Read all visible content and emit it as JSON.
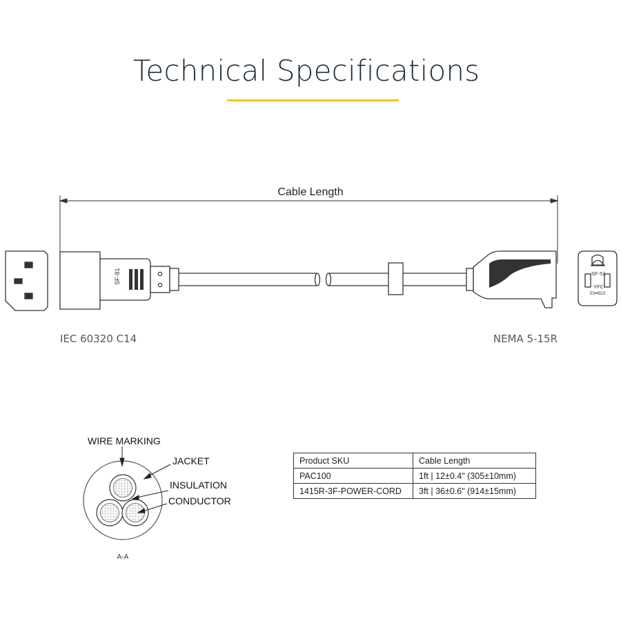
{
  "header": {
    "title": "Technical Specifications",
    "accent_color": "#f2c31a"
  },
  "diagram": {
    "dimension_label": "Cable Length",
    "left_connector_label": "IEC 60320 C14",
    "right_connector_label": "NEMA 5-15R",
    "left_plug_marking": "SF-81",
    "right_plug_marking": "SF-52",
    "right_plug_maker": "YFC",
    "right_plug_cert": "E94923"
  },
  "cross_section": {
    "labels": {
      "wire_marking": "WIRE MARKING",
      "jacket": "JACKET",
      "insulation": "INSULATION",
      "conductor": "CONDUCTOR",
      "section": "A-A"
    }
  },
  "spec_table": {
    "headers": [
      "Product SKU",
      "Cable Length"
    ],
    "rows": [
      {
        "sku": "PAC100",
        "length": "1ft  |  12±0.4\" (305±10mm)"
      },
      {
        "sku": "1415R-3F-POWER-CORD",
        "length": "3ft  |  36±0.6\" (914±15mm)"
      }
    ]
  }
}
